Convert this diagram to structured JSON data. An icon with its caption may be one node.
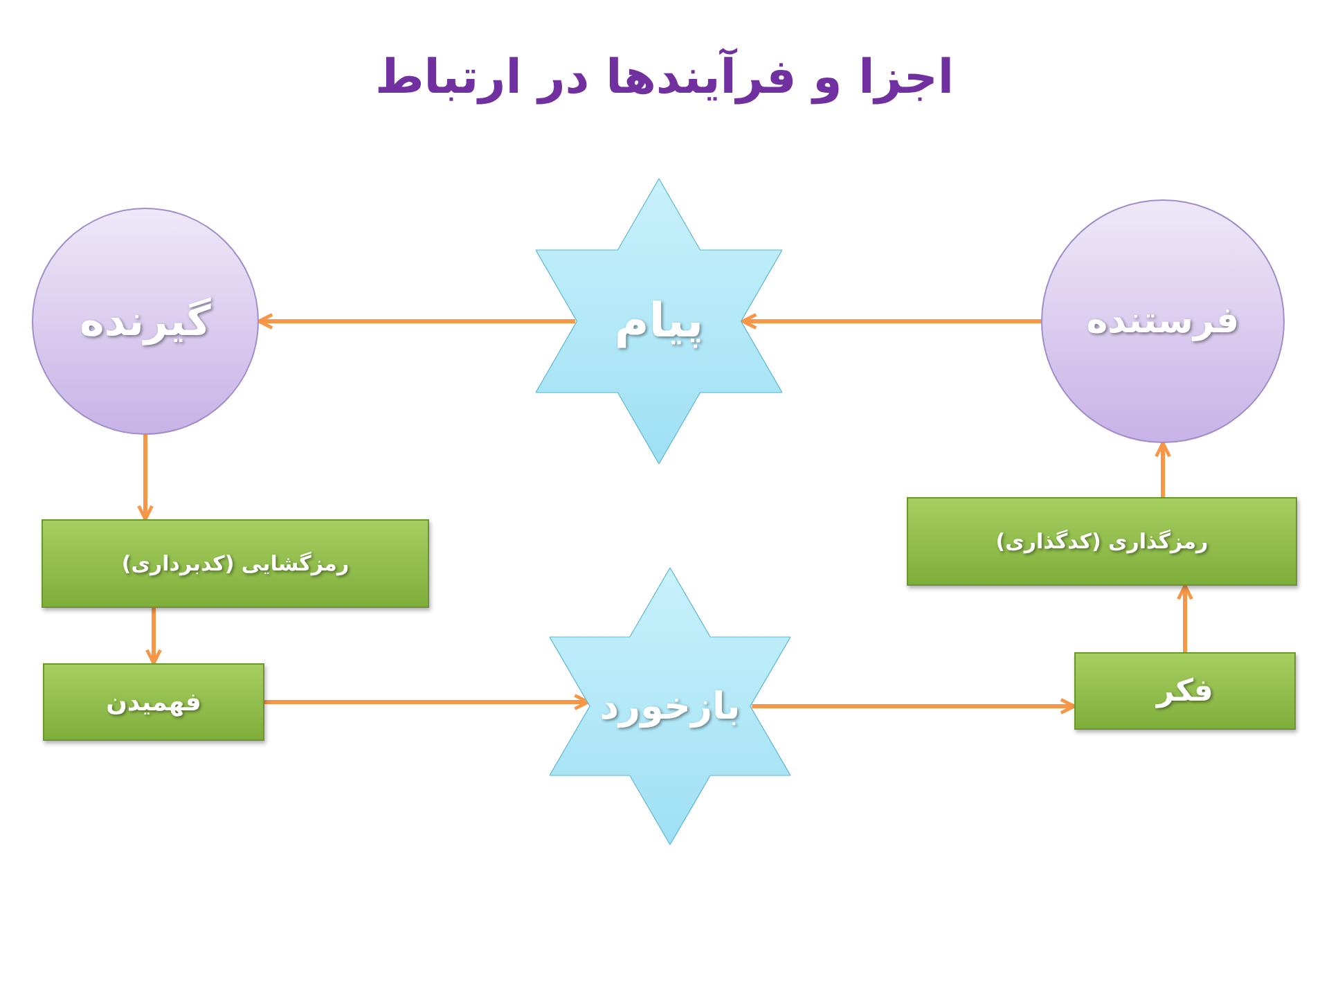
{
  "diagram": {
    "title": "اجزا و فرآیندها در ارتباط",
    "nodes": [
      {
        "text": [
          "گیرنده"
        ]
      },
      {
        "text": [
          "پیام"
        ]
      },
      {
        "text": [
          "فرستنده"
        ]
      },
      {
        "text": [
          "رمزگشایی (کدبرداری)"
        ]
      },
      {
        "text": [
          "فهمیدن"
        ]
      },
      {
        "text": [
          "بازخورد"
        ]
      },
      {
        "text": [
          "فکر"
        ]
      },
      {
        "text": [
          "رمزگذاری (کدگذاری)"
        ]
      }
    ],
    "edges": [
      {
        "from": 2,
        "to": 1,
        "arrow": "to"
      },
      {
        "from": 1,
        "to": 0,
        "arrow": "to"
      },
      {
        "from": 0,
        "to": 3,
        "arrow": "to"
      },
      {
        "from": 3,
        "to": 4,
        "arrow": "to"
      },
      {
        "from": 4,
        "to": 5,
        "arrow": "to"
      },
      {
        "from": 5,
        "to": 6,
        "arrow": "to"
      },
      {
        "from": 6,
        "to": 7,
        "arrow": "to"
      },
      {
        "from": 7,
        "to": 2,
        "arrow": "to"
      }
    ]
  }
}
